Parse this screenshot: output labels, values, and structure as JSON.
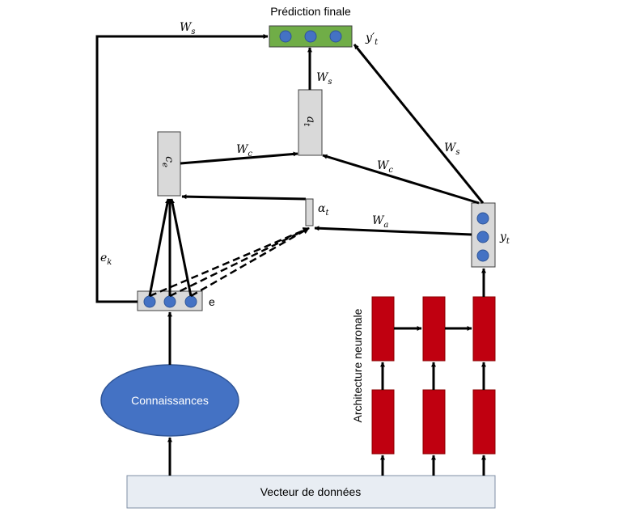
{
  "title": "Prédiction finale",
  "knowledge": "Connaissances",
  "input_vector": "Vecteur de données",
  "neural_arch": "Architecture neuronale",
  "e_label": "e",
  "labels": {
    "y_prime": {
      "base": "y′",
      "sub": "t"
    },
    "y": {
      "base": "y",
      "sub": "t"
    },
    "alpha": {
      "base": "α",
      "sub": "t"
    },
    "a": {
      "base": "a",
      "sub": "t"
    },
    "c": {
      "base": "c",
      "sub": "e"
    },
    "e_k": {
      "base": "e",
      "sub": "k"
    },
    "ws_top": {
      "base": "W",
      "sub": "s"
    },
    "ws_mid": {
      "base": "W",
      "sub": "s"
    },
    "ws_right": {
      "base": "W",
      "sub": "s"
    },
    "wc_left": {
      "base": "W",
      "sub": "c"
    },
    "wc_right": {
      "base": "W",
      "sub": "c"
    },
    "wa": {
      "base": "W",
      "sub": "a"
    }
  },
  "colors": {
    "green": "#70ad47",
    "blue": "#4472c4",
    "red": "#c00010",
    "grey_box": "#d9d9d9",
    "input_fill": "#e8edf3"
  }
}
